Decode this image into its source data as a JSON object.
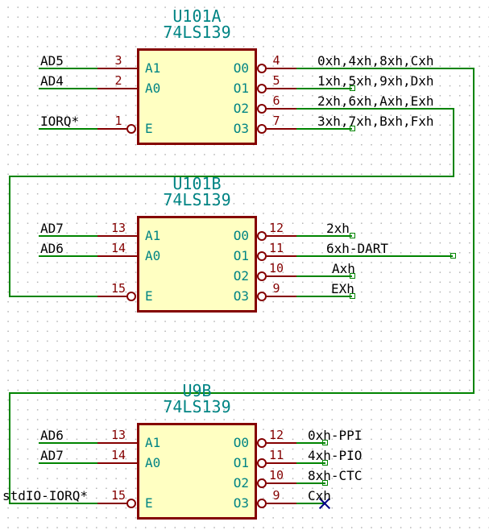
{
  "colors": {
    "wire": "#008400",
    "pin": "#840000",
    "body_fill": "#FFFFC2",
    "body_outline": "#840000",
    "accent_text": "#008484",
    "label_text": "#000000",
    "no_connect": "#000084",
    "grid_dot": "#b3b3b3"
  },
  "chips": [
    {
      "ref": "U101A",
      "value": "74LS139",
      "left_pins": [
        {
          "num": "3",
          "name": "A1",
          "net": "AD5"
        },
        {
          "num": "2",
          "name": "A0",
          "net": "AD4"
        },
        {
          "num": "1",
          "name": "E",
          "net": "IORQ*"
        }
      ],
      "right_pins": [
        {
          "num": "4",
          "name": "O0",
          "net": "0xh,4xh,8xh,Cxh"
        },
        {
          "num": "5",
          "name": "O1",
          "net": "1xh,5xh,9xh,Dxh"
        },
        {
          "num": "6",
          "name": "O2",
          "net": "2xh,6xh,Axh,Exh"
        },
        {
          "num": "7",
          "name": "O3",
          "net": "3xh,7xh,Bxh,Fxh"
        }
      ]
    },
    {
      "ref": "U101B",
      "value": "74LS139",
      "left_pins": [
        {
          "num": "13",
          "name": "A1",
          "net": "AD7"
        },
        {
          "num": "14",
          "name": "A0",
          "net": "AD6"
        },
        {
          "num": "15",
          "name": "E",
          "net": ""
        }
      ],
      "right_pins": [
        {
          "num": "12",
          "name": "O0",
          "net": "2xh"
        },
        {
          "num": "11",
          "name": "O1",
          "net": "6xh-DART"
        },
        {
          "num": "10",
          "name": "O2",
          "net": "Axh"
        },
        {
          "num": "9",
          "name": "O3",
          "net": "EXh"
        }
      ]
    },
    {
      "ref": "U9B",
      "value": "74LS139",
      "left_pins": [
        {
          "num": "13",
          "name": "A1",
          "net": "AD6"
        },
        {
          "num": "14",
          "name": "A0",
          "net": "AD7"
        },
        {
          "num": "15",
          "name": "E",
          "net": "stdIO-IORQ*"
        }
      ],
      "right_pins": [
        {
          "num": "12",
          "name": "O0",
          "net": "0xh-PPI"
        },
        {
          "num": "11",
          "name": "O1",
          "net": "4xh-PIO"
        },
        {
          "num": "10",
          "name": "O2",
          "net": "8xh-CTC"
        },
        {
          "num": "9",
          "name": "O3",
          "net": "Cxh"
        }
      ]
    }
  ]
}
